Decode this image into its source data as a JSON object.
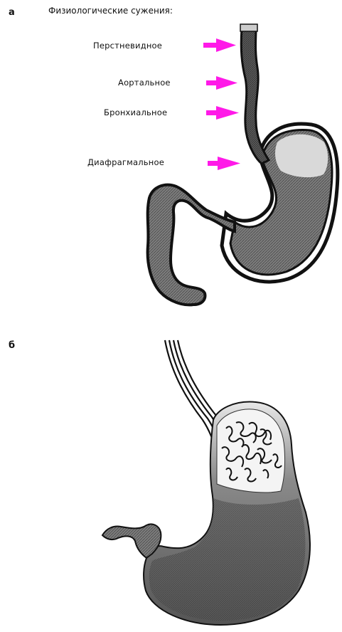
{
  "panel_a": {
    "letter": "а",
    "title": "Физиологические сужения:",
    "constrictions": [
      {
        "label": "Перстневидное"
      },
      {
        "label": "Аортальное"
      },
      {
        "label": "Бронхиальное"
      },
      {
        "label": "Диафрагмальное"
      }
    ],
    "arrow_color": "#ff19e8"
  },
  "panel_b": {
    "letter": "б"
  }
}
